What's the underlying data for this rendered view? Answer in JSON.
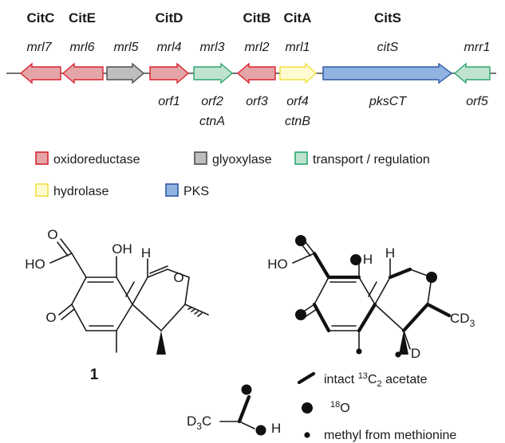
{
  "genes": {
    "mrl7": {
      "protein": "CitC",
      "top": "mrl7",
      "bottom": "",
      "bottom2": "",
      "category": "oxidoreductase"
    },
    "mrl6": {
      "protein": "CitE",
      "top": "mrl6",
      "bottom": "",
      "bottom2": "",
      "category": "oxidoreductase"
    },
    "mrl5": {
      "protein": "",
      "top": "mrl5",
      "bottom": "",
      "bottom2": "",
      "category": "glyoxylase"
    },
    "mrl4": {
      "protein": "CitD",
      "top": "mrl4",
      "bottom": "orf1",
      "bottom2": "",
      "category": "oxidoreductase"
    },
    "mrl3": {
      "protein": "",
      "top": "mrl3",
      "bottom": "orf2",
      "bottom2": "ctnA",
      "category": "transport"
    },
    "mrl2": {
      "protein": "CitB",
      "top": "mrl2",
      "bottom": "orf3",
      "bottom2": "",
      "category": "oxidoreductase"
    },
    "mrl1": {
      "protein": "CitA",
      "top": "mrl1",
      "bottom": "orf4",
      "bottom2": "ctnB",
      "category": "hydrolase"
    },
    "citS": {
      "protein": "CitS",
      "top": "citS",
      "bottom": "pksCT",
      "bottom2": "",
      "category": "pks"
    },
    "mrr1": {
      "protein": "",
      "top": "mrr1",
      "bottom": "orf5",
      "bottom2": "",
      "category": "transport"
    }
  },
  "legend": {
    "oxidoreductase": {
      "label": "oxidoreductase",
      "fill": "#e4a5a9",
      "stroke": "#d9232e"
    },
    "glyoxylase": {
      "label": "glyoxylase",
      "fill": "#bcbec0",
      "stroke": "#4d4d4f"
    },
    "transport": {
      "label": "transport / regulation",
      "fill": "#bfe3cf",
      "stroke": "#2ea66f"
    },
    "hydrolase": {
      "label": "hydrolase",
      "fill": "#fffbd0",
      "stroke": "#f0e040"
    },
    "pks": {
      "label": "PKS",
      "fill": "#90b3e2",
      "stroke": "#2c5aa0"
    }
  },
  "structure1": {
    "label": "1",
    "atoms": {
      "O_acid": "O",
      "HO": "HO",
      "OH": "OH",
      "H": "H",
      "O_ring": "O",
      "O_ketone": "O"
    }
  },
  "structure2": {
    "atoms": {
      "HO": "HO",
      "H_oh": "H",
      "H": "H",
      "D": "D",
      "CD3_main": "CD",
      "CD3_sub": "3"
    }
  },
  "key": {
    "acetate": {
      "main": "D",
      "sub": "3",
      "c": "C",
      "h": "H"
    },
    "bond_label_a": "intact ",
    "bond_label_sup": "13",
    "bond_label_b": "C",
    "bond_label_sub": "2",
    "bond_label_c": " acetate",
    "o18_sup": "18",
    "o18_main": "O",
    "methyl_label": "methyl from methionine"
  }
}
